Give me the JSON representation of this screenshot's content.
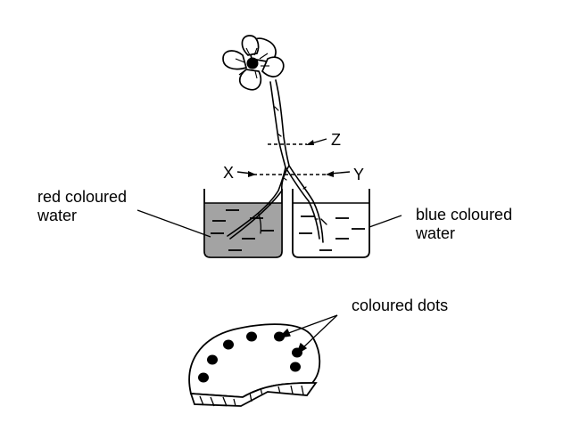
{
  "labels": {
    "red_water_line1": "red coloured",
    "red_water_line2": "water",
    "blue_water_line1": "blue coloured",
    "blue_water_line2": "water",
    "coloured_dots": "coloured dots",
    "section_z": "Z",
    "section_x": "X",
    "section_y": "Y"
  },
  "colors": {
    "red_water_fill": "#a3a3a3",
    "blue_water_fill": "#ffffff",
    "ink": "#000000"
  }
}
